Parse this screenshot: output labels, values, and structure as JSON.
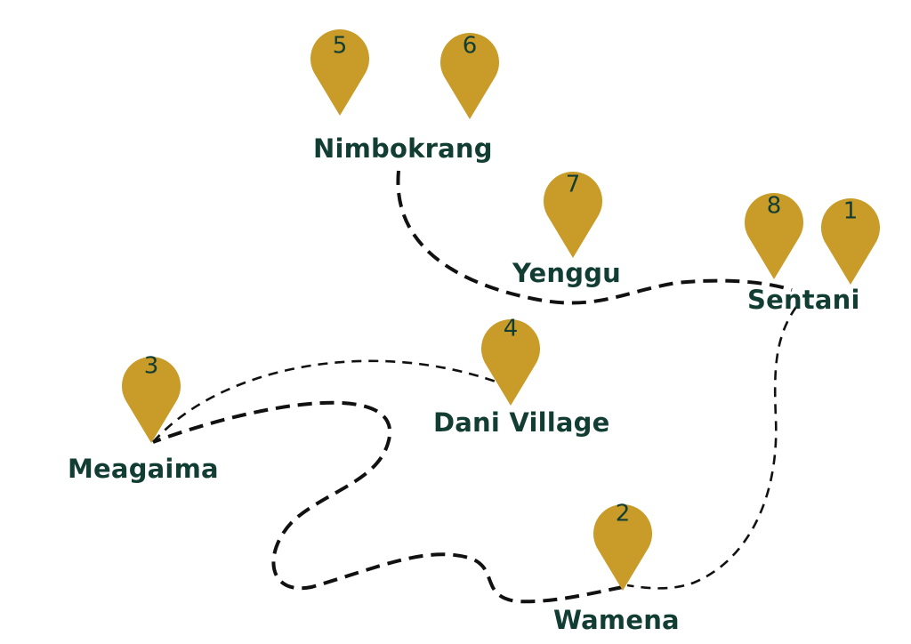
{
  "colors": {
    "pin": "#c99b28",
    "label": "#123d33",
    "route": "#111111"
  },
  "places": {
    "nimbokrang": "Nimbokrang",
    "yenggu": "Yenggu",
    "sentani": "Sentani",
    "dani_village": "Dani Village",
    "meagaima": "Meagaima",
    "wamena": "Wamena"
  },
  "stops": {
    "s1": "1",
    "s2": "2",
    "s3": "3",
    "s4": "4",
    "s5": "5",
    "s6": "6",
    "s7": "7",
    "s8": "8"
  }
}
